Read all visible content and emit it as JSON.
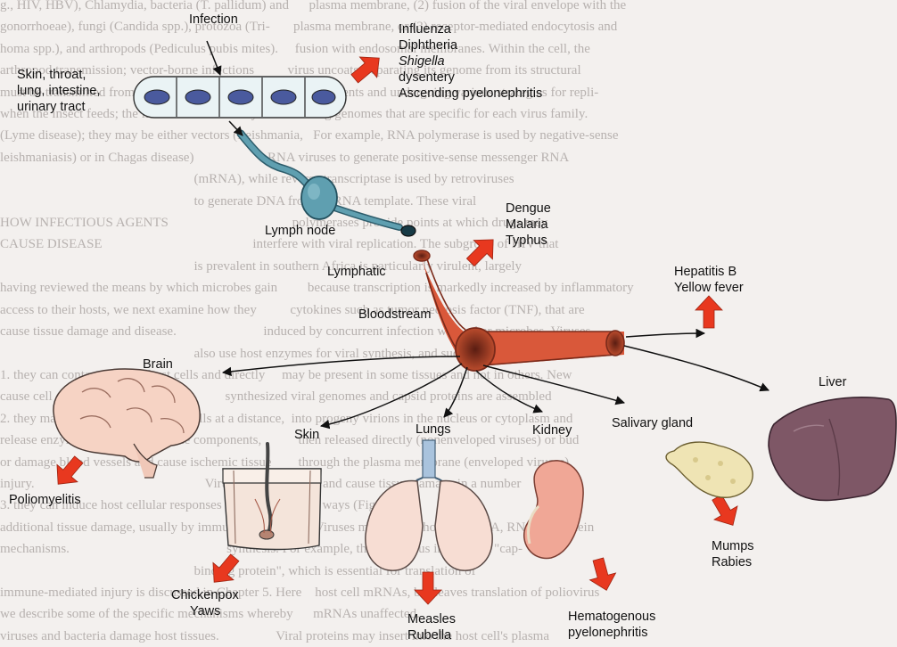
{
  "background_text": [
    "g., HIV, HBV), Chlamydia, bacteria (T. pallidum) and      plasma membrane, (2) fusion of the viral envelope with the",
    "gonorrhoeae), fungi (Candida spp.), protozoa (Tri-       plasma membrane, or (3) receptor-mediated endocytosis and",
    "homa spp.), and arthropods (Pediculus pubis mites).     fusion with endosomal membranes. Within the cell, the",
    "arthropod transmission; vector-borne infections          virus uncoats, separating its genome from its structural",
    "must be transmitted from an infected host by insects,     components and undergoing various strategies for repli-",
    "when the insect feeds; the infection is caused by these   cating genomes that are specific for each virus family.",
    "(Lyme disease); they may be either vectors (Leishmania,   For example, RNA polymerase is used by negative-sense",
    "leishmaniasis) or in Chagas disease)                      RNA viruses to generate positive-sense messenger RNA",
    "                                                          (mRNA), while reverse transcriptase is used by retroviruses",
    "                                                          to generate DNA from an RNA template. These viral",
    "HOW INFECTIOUS AGENTS                                     polymerases provide points at which drugs may",
    "CAUSE DISEASE                                             interfere with viral replication. The subgroup of HIV that",
    "                                                          is prevalent in southern Africa is particularly virulent, largely",
    "having reviewed the means by which microbes gain         because transcription is markedly increased by inflammatory",
    "access to their hosts, we next examine how they          cytokines such as tumor necrosis factor (TNF), that are",
    "cause tissue damage and disease.                          induced by concurrent infection with other microbes. Viruses",
    "                                                          also use host enzymes for viral synthesis, and such enzymes",
    "1. they can contact or enter host cells and directly     may be present in some tissues and not in others. New",
    "cause cell death.                                         synthesized viral genomes and capsid proteins are assembled",
    "2. they may release toxins that kill cells at a distance,  into progeny virions in the nucleus or cytoplasm and",
    "release enzymes that degrade tissue components,           then released directly (nonenveloped viruses) or bud",
    "or damage blood vessels and cause ischemic tissue        through the plasma membrane (enveloped viruses).",
    "injury.                                                   Viruses kill host cells and cause tissue damage in a number",
    "3. they can induce host cellular responses that may cause of ways (Fig. 9-7):",
    "additional tissue damage, usually by immune-mediated      Viruses may inhibit host cell DNA, RNA, or protein",
    "mechanisms.                                               synthesis. For example, the poliovirus inactivates \"cap-",
    "                                                          binding protein\", which is essential for translation of",
    "immune-mediated injury is discussed in Chapter 5. Here    host cell mRNAs, but leaves translation of poliovirus",
    "we describe some of the specific mechanisms whereby      mRNAs unaffected.",
    "viruses and bacteria damage host tissues.                 Viral proteins may insert into the host cell's plasma"
  ],
  "labels": {
    "infection": "Infection",
    "skin_group": [
      "Skin, throat,",
      "lung, intestine,",
      "urinary tract"
    ],
    "influenza_group": {
      "line1": "Influenza",
      "line2": "Diphtheria",
      "line3_italic": "Shigella",
      "line3_rest": " dysentery",
      "line4": "Ascending pyelonephritis"
    },
    "lymph_node": "Lymph node",
    "lymphatic": "Lymphatic",
    "dengue_group": [
      "Dengue",
      "Malaria",
      "Typhus"
    ],
    "hepatitis_group": [
      "Hepatitis B",
      "Yellow fever"
    ],
    "bloodstream": "Bloodstream",
    "brain": "Brain",
    "liver": "Liver",
    "salivary_gland": "Salivary gland",
    "skin": "Skin",
    "lungs": "Lungs",
    "kidney": "Kidney",
    "poliomyelitis": "Poliomyelitis",
    "chickenpox_group": [
      "Chickenpox",
      "Yaws"
    ],
    "measles_group": [
      "Measles",
      "Rubella"
    ],
    "hematogenous_group": [
      "Hematogenous",
      "pyelonephritis"
    ],
    "mumps_group": [
      "Mumps",
      "Rabies"
    ]
  },
  "colors": {
    "background": "#f3f0ee",
    "background_text": "#a39d9a",
    "disease_arrow": "#e8381f",
    "vessel": "#d9583a",
    "lymph": "#5f9fb0",
    "nucleus": "#4a5a9e",
    "brain": "#f6d3c4",
    "liver": "#7e5766",
    "kidney": "#f0a796",
    "salivary": "#efe4b4",
    "lungs": "#f7ddd3"
  }
}
